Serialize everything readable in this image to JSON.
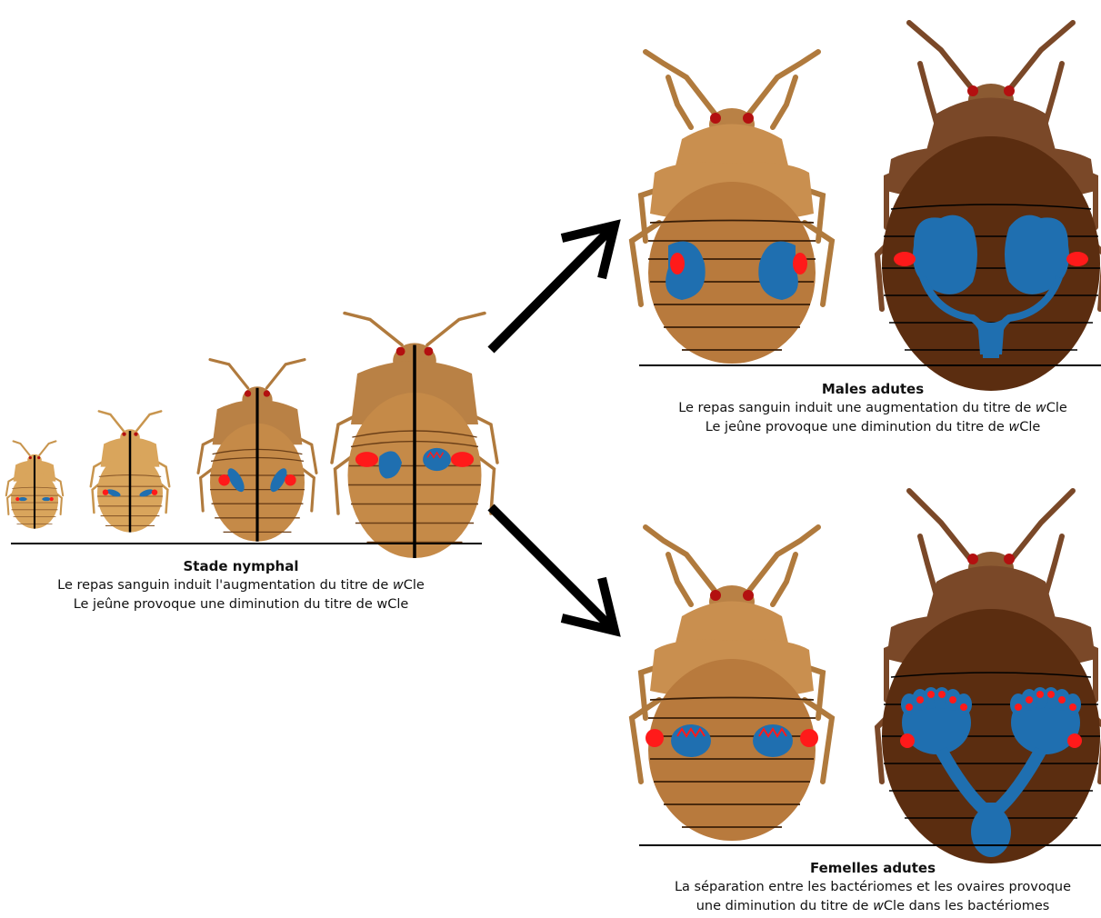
{
  "nymph": {
    "title": "Stade nymphal",
    "line1_a": "Le repas sanguin induit l'augmentation du titre de ",
    "line1_em": "w",
    "line1_b": "Cle",
    "line2": "Le jeûne provoque une diminution du titre de wCle"
  },
  "males": {
    "title": "Males adutes",
    "line1_a": "Le repas sanguin induit une augmentation du titre de ",
    "line1_em": "w",
    "line1_b": "Cle",
    "line2_a": "Le jeûne provoque une diminution du titre de ",
    "line2_em": "w",
    "line2_b": "Cle"
  },
  "females": {
    "title": "Femelles adutes",
    "line1": "La séparation entre les bactériomes et les ovaires provoque",
    "line2_a": "une diminution du titre de ",
    "line2_em": "w",
    "line2_b": "Cle dans les bactériomes"
  },
  "colors": {
    "nymph_body": "#d9a55c",
    "adult_fed_body": "#b87a3d",
    "adult_head": "#c98f4f",
    "adult_dark_body": "#5b2d10",
    "adult_dark_head": "#7a4828",
    "organ_blue": "#1f6fb0",
    "bacteriome_red": "#ff1a1a",
    "arrow": "#000000"
  }
}
